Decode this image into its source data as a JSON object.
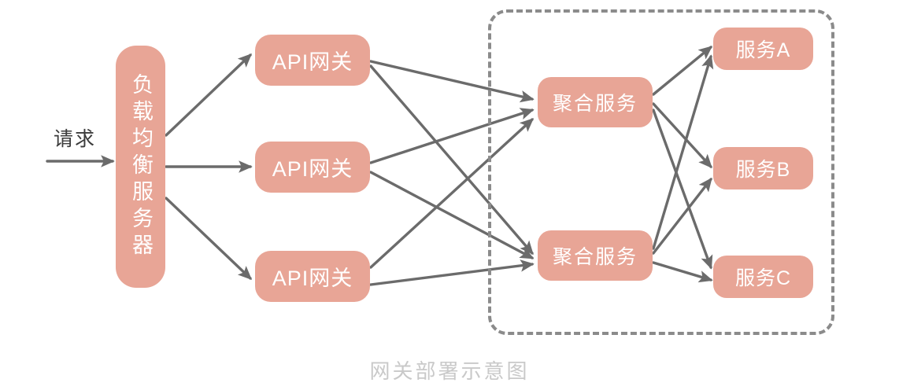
{
  "diagram": {
    "caption": "网关部署示意图",
    "request_label": "请求",
    "colors": {
      "node_fill": "#E8A596",
      "node_text": "#ffffff",
      "arrow": "#6b6b6b",
      "group_border": "#8b8b8b",
      "caption_text": "#c9c9c9",
      "background": "#ffffff"
    },
    "load_balancer": {
      "label": "负载均衡服务器"
    },
    "gateways": [
      {
        "label": "API网关"
      },
      {
        "label": "API网关"
      },
      {
        "label": "API网关"
      }
    ],
    "aggregators": [
      {
        "label": "聚合服务"
      },
      {
        "label": "聚合服务"
      }
    ],
    "services": [
      {
        "label": "服务A"
      },
      {
        "label": "服务B"
      },
      {
        "label": "服务C"
      }
    ],
    "group": {
      "label": ""
    }
  }
}
